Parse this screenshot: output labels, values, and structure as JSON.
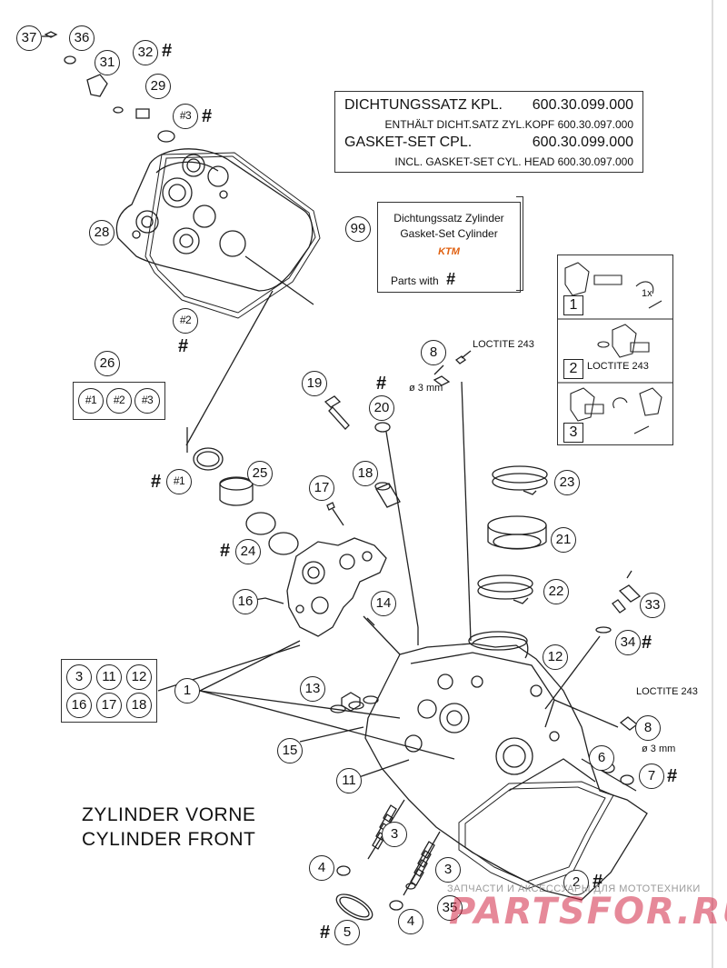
{
  "kit_box": {
    "line1_label": "DICHTUNGSSATZ KPL.",
    "line1_number": "600.30.099.000",
    "line2": "ENTHÄLT DICHT.SATZ ZYL.KOPF 600.30.097.000",
    "line3_label": "GASKET-SET CPL.",
    "line3_number": "600.30.099.000",
    "line4": "INCL. GASKET-SET CYL. HEAD 600.30.097.000"
  },
  "cylinder_kit": {
    "callout": "99",
    "line1": "Dichtungssatz Zylinder",
    "line2": "Gasket-Set Cylinder",
    "brand": "KTM",
    "parts_with": "Parts with",
    "hash": "#"
  },
  "steps": {
    "step1": "1",
    "step1_note": "1x",
    "step2": "2",
    "step2_note": "LOCTITE 243",
    "step3": "3"
  },
  "notes": {
    "loctite_top": "LOCTITE 243",
    "dia_top": "ø 3 mm",
    "loctite_right": "LOCTITE 243",
    "dia_right": "ø 3 mm"
  },
  "callouts": {
    "c37": "37",
    "c36": "36",
    "c31": "31",
    "c32": "32",
    "c29": "29",
    "c3h": "#3",
    "c28": "28",
    "c2h": "#2",
    "c26": "26",
    "c26a": "#1",
    "c26b": "#2",
    "c26c": "#3",
    "c99": "99",
    "c8a": "8",
    "c19": "19",
    "c20": "20",
    "c1h": "#1",
    "c25": "25",
    "c17": "17",
    "c18": "18",
    "c23": "23",
    "c21": "21",
    "c24": "24",
    "c16": "16",
    "c14": "14",
    "c22": "22",
    "c33": "33",
    "c34": "34",
    "c12": "12",
    "c1": "1",
    "g3": "3",
    "g11": "11",
    "g12": "12",
    "g16": "16",
    "g17": "17",
    "g18": "18",
    "c13": "13",
    "c15": "15",
    "c11": "11",
    "c8b": "8",
    "c6": "6",
    "c7": "7",
    "c3a": "3",
    "c3b": "3",
    "c4a": "4",
    "c4b": "4",
    "c2": "2",
    "c35": "35",
    "c5": "5"
  },
  "hash_mark": "#",
  "title": {
    "line1": "ZYLINDER VORNE",
    "line2": "CYLINDER FRONT"
  },
  "watermark": {
    "line1": "ЗАПЧАСТИ И АКСЕССУАРЫ ДЛЯ МОТОТЕХНИКИ",
    "line2": "PARTSFOR.RU"
  }
}
